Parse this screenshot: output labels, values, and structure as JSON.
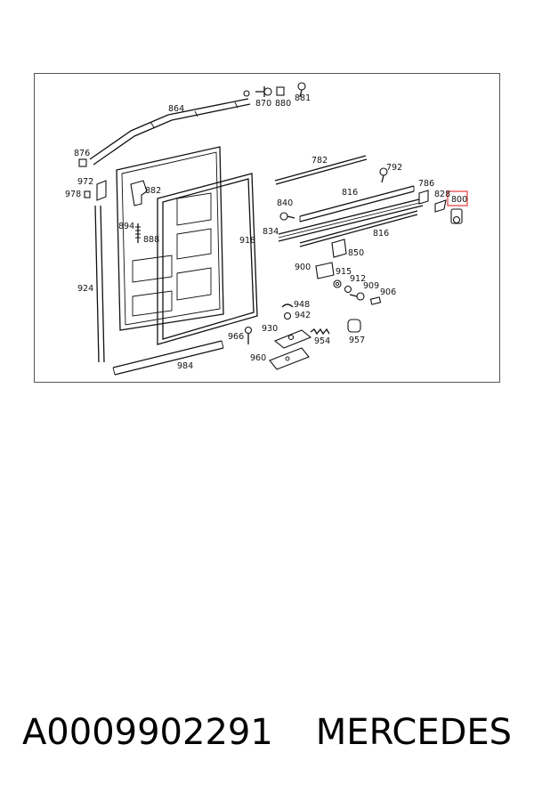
{
  "callouts": {
    "c864": "864",
    "c870": "870",
    "c880": "880",
    "c881": "881",
    "c876": "876",
    "c972": "972",
    "c978": "978",
    "c882": "882",
    "c894": "894",
    "c888": "888",
    "c924": "924",
    "c918": "918",
    "c834": "834",
    "c782": "782",
    "c792": "792",
    "c816a": "816",
    "c786": "786",
    "c828": "828",
    "c800": "800",
    "c840": "840",
    "c816b": "816",
    "c850": "850",
    "c900": "900",
    "c915": "915",
    "c912": "912",
    "c909": "909",
    "c906": "906",
    "c948": "948",
    "c942": "942",
    "c930": "930",
    "c966": "966",
    "c954": "954",
    "c957": "957",
    "c960": "960",
    "c984": "984"
  },
  "caption": {
    "part_number": "A0009902291",
    "brand": "MERCEDES"
  },
  "colors": {
    "highlight": "#e23a3a",
    "line": "#111111"
  }
}
